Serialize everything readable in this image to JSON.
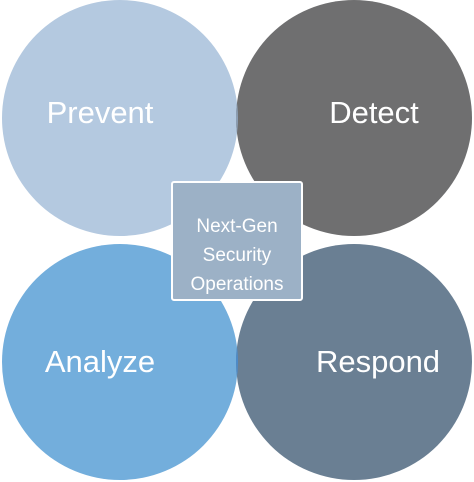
{
  "diagram": {
    "circles": [
      {
        "key": "prevent",
        "label": "Prevent",
        "color": "#b4c9e0"
      },
      {
        "key": "detect",
        "label": "Detect",
        "color": "#6f6f70"
      },
      {
        "key": "analyze",
        "label": "Analyze",
        "color": "#73aedc"
      },
      {
        "key": "respond",
        "label": "Respond",
        "color": "#6a7f93"
      }
    ],
    "overlap_colors": {
      "prevent_detect": "#8d9fb4",
      "prevent_analyze": "#8cb7de",
      "detect_respond": "#434a4f",
      "analyze_respond": "#4d8bc9",
      "center_fill": "#9cb1c6",
      "center_border": "#ffffff"
    },
    "center_lines": [
      "Next-Gen",
      "Security",
      "Operations"
    ]
  }
}
